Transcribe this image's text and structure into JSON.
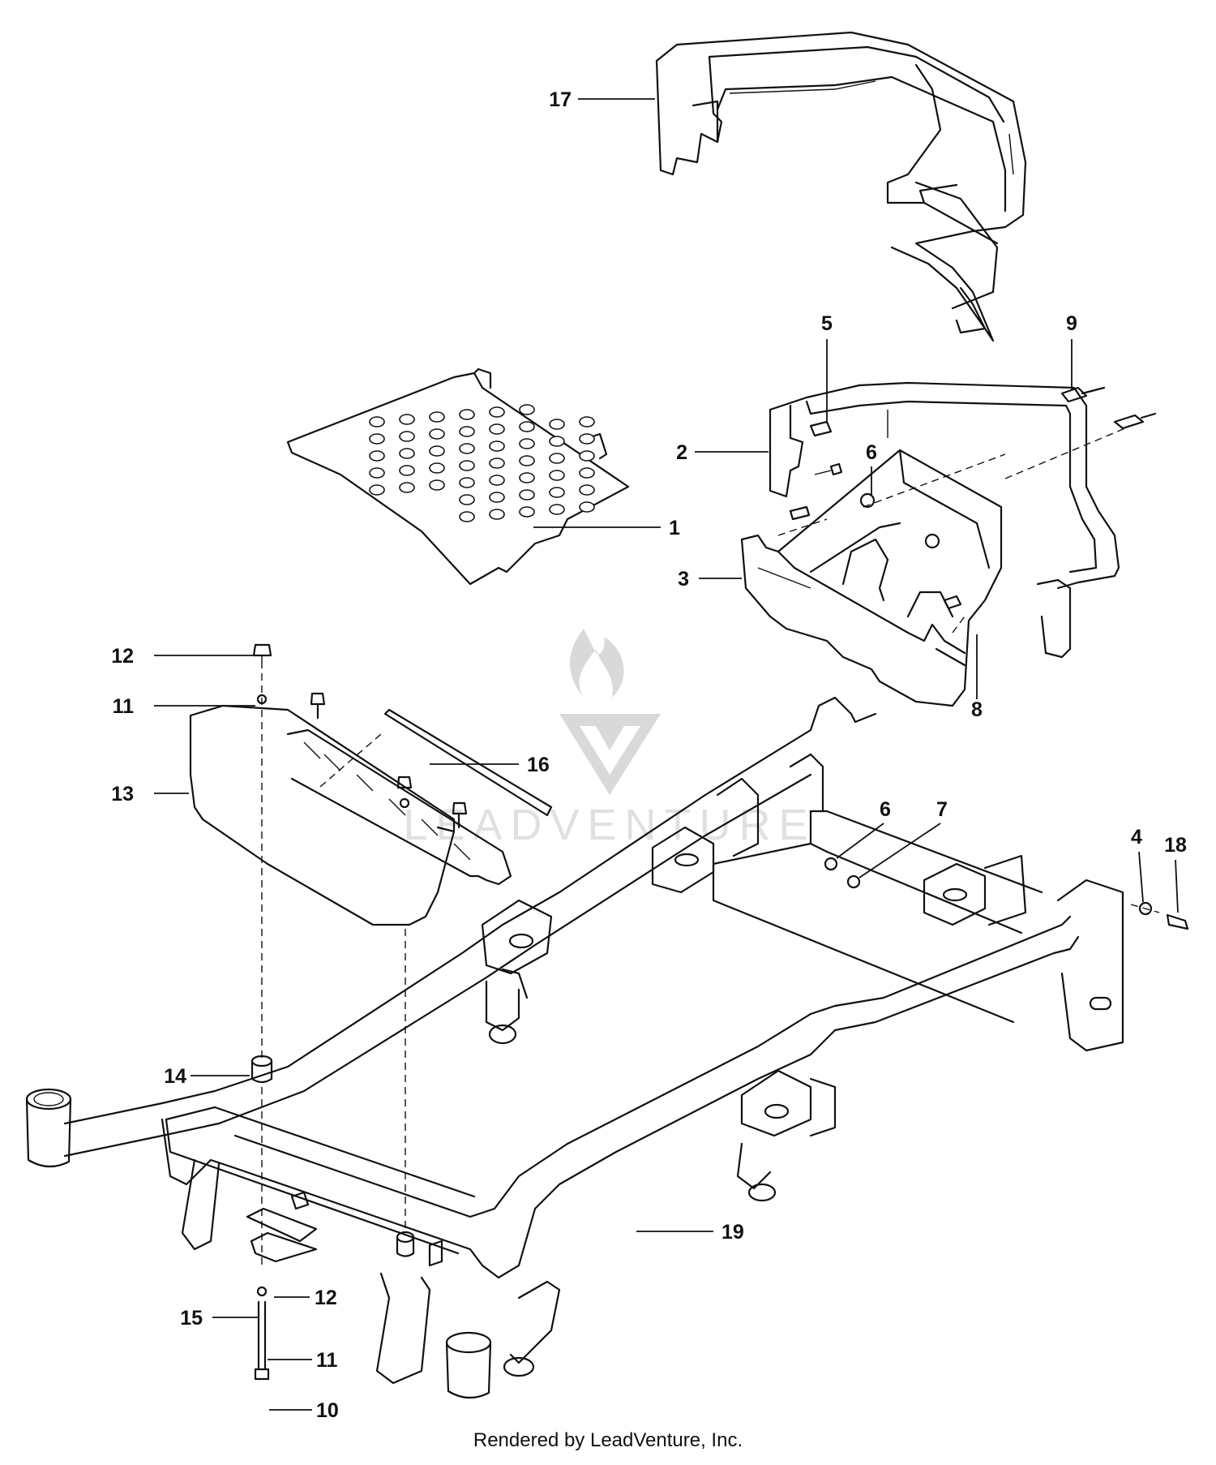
{
  "callouts": [
    {
      "id": "c17",
      "label": "17"
    },
    {
      "id": "c5",
      "label": "5"
    },
    {
      "id": "c9",
      "label": "9"
    },
    {
      "id": "c2",
      "label": "2"
    },
    {
      "id": "c6a",
      "label": "6"
    },
    {
      "id": "c1",
      "label": "1"
    },
    {
      "id": "c3",
      "label": "3"
    },
    {
      "id": "c8",
      "label": "8"
    },
    {
      "id": "c12a",
      "label": "12"
    },
    {
      "id": "c11a",
      "label": "11"
    },
    {
      "id": "c16",
      "label": "16"
    },
    {
      "id": "c13",
      "label": "13"
    },
    {
      "id": "c6b",
      "label": "6"
    },
    {
      "id": "c7",
      "label": "7"
    },
    {
      "id": "c4",
      "label": "4"
    },
    {
      "id": "c18",
      "label": "18"
    },
    {
      "id": "c14",
      "label": "14"
    },
    {
      "id": "c19",
      "label": "19"
    },
    {
      "id": "c12b",
      "label": "12"
    },
    {
      "id": "c15",
      "label": "15"
    },
    {
      "id": "c11b",
      "label": "11"
    },
    {
      "id": "c10",
      "label": "10"
    }
  ],
  "watermark": "LEADVENTURE",
  "footer": "Rendered by LeadVenture, Inc."
}
